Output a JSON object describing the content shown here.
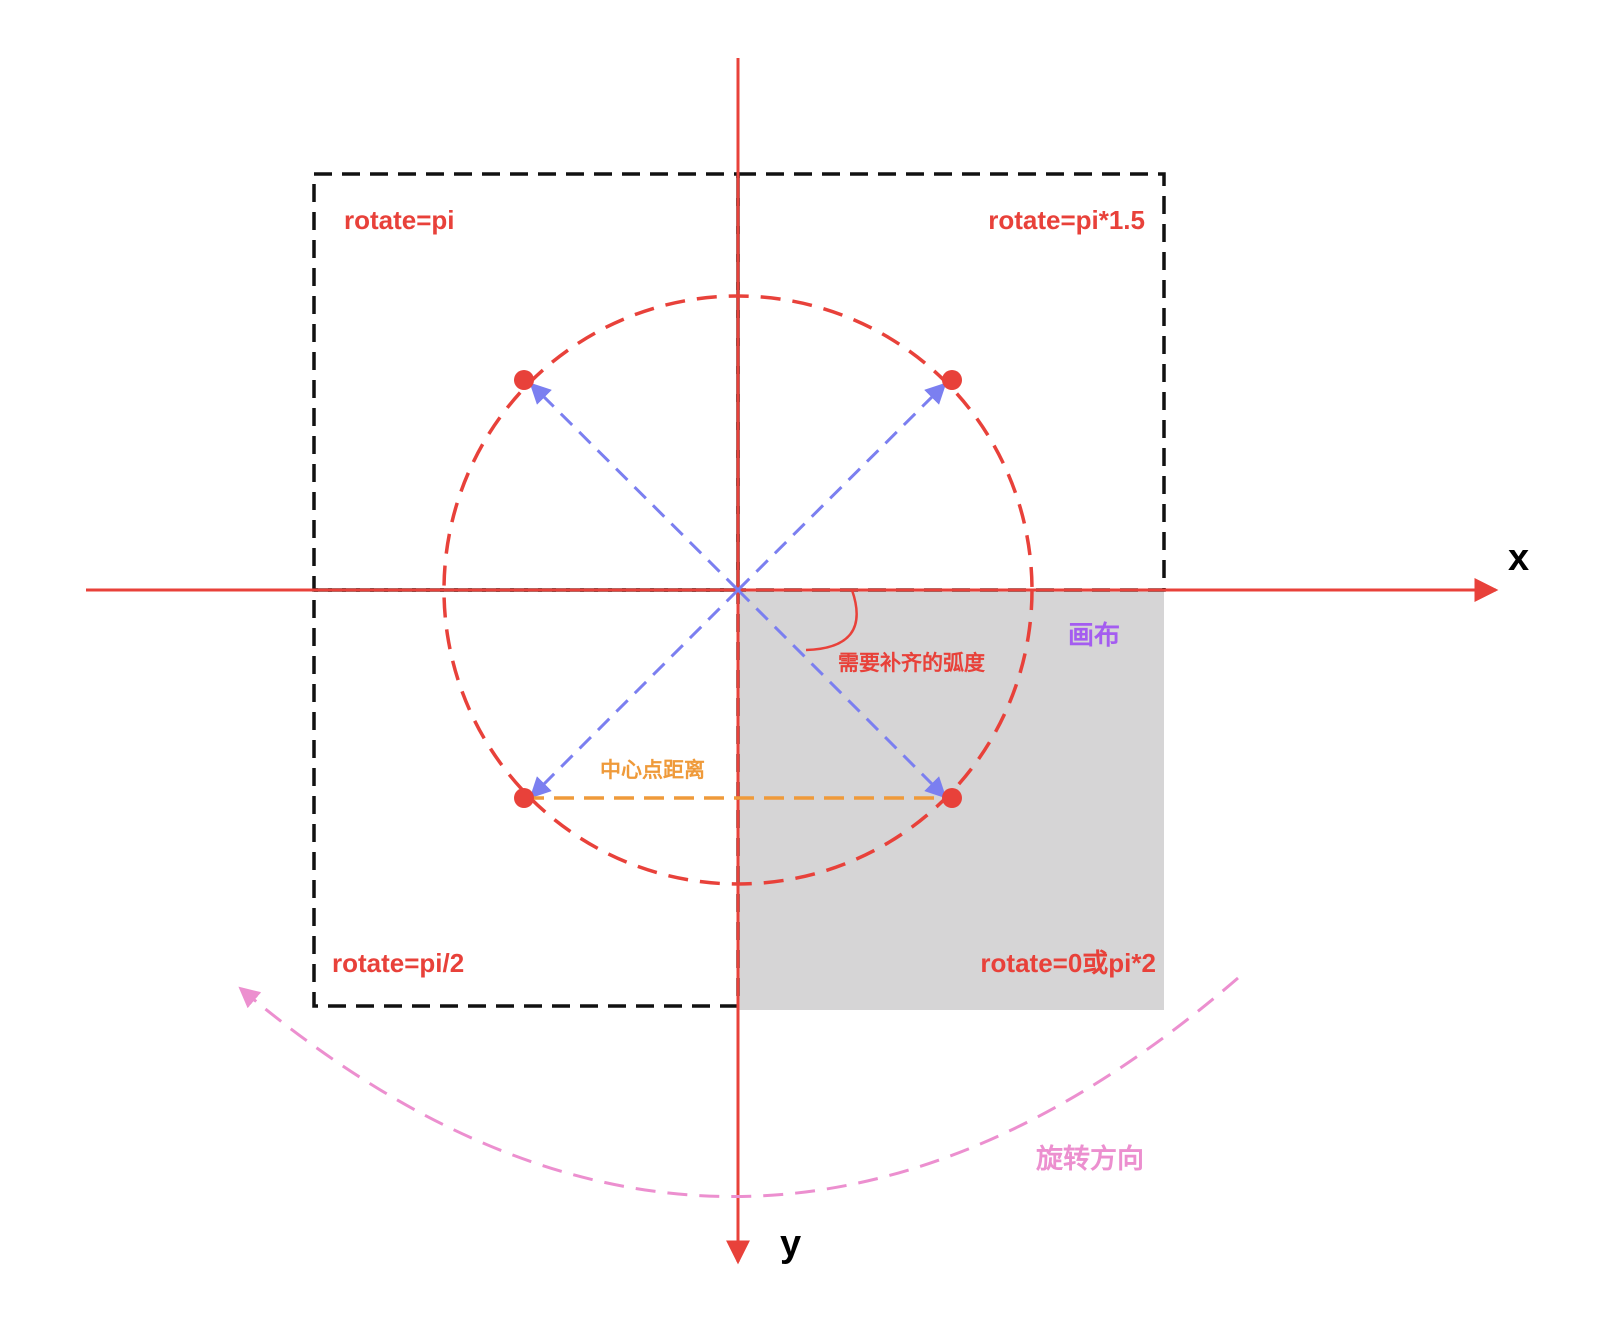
{
  "axes": {
    "x_label": "x",
    "y_label": "y"
  },
  "quadrants": {
    "top_left": "rotate=pi",
    "top_right": "rotate=pi*1.5",
    "bottom_left": "rotate=pi/2",
    "bottom_right": "rotate=0或pi*2"
  },
  "annotations": {
    "canvas": "画布",
    "arc_to_fill": "需要补齐的弧度",
    "center_distance": "中心点距离",
    "rotation_direction": "旋转方向"
  },
  "colors": {
    "axis": "#e8413a",
    "box": "#111111",
    "circle": "#e8413a",
    "vectors": "#7b7ff0",
    "center_distance": "#ef9a3a",
    "rotation_arc": "#ec8fcf",
    "canvas_fill": "#d6d5d6",
    "canvas_label": "#a45cf0"
  }
}
